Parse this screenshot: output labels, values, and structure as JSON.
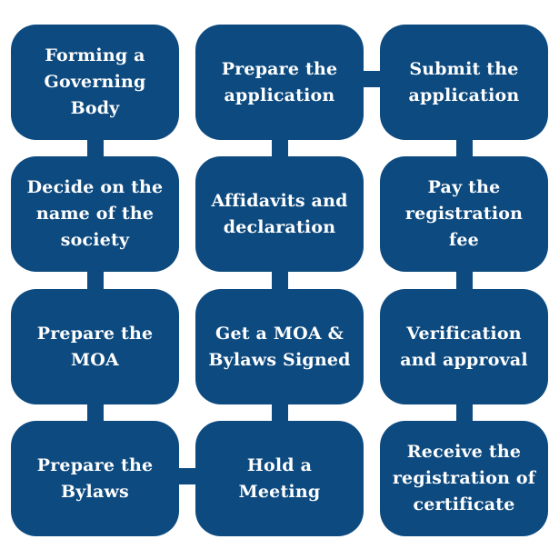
{
  "colors": {
    "box": "#0d4a7f",
    "text": "#ffffff",
    "background": "#ffffff"
  },
  "steps": [
    {
      "label": "Forming a\nGoverning\nBody"
    },
    {
      "label": "Decide on the\nname of the\nsociety"
    },
    {
      "label": "Prepare the\nMOA"
    },
    {
      "label": "Prepare the\nBylaws"
    },
    {
      "label": "Hold a\nMeeting"
    },
    {
      "label": "Get a MOA  &\nBylaws Signed"
    },
    {
      "label": "Affidavits and\ndeclaration"
    },
    {
      "label": "Prepare the\napplication"
    },
    {
      "label": "Submit the\napplication"
    },
    {
      "label": "Pay the\nregistration fee"
    },
    {
      "label": "Verification\nand approval"
    },
    {
      "label": "Receive the\nregistration of\ncertificate"
    }
  ]
}
